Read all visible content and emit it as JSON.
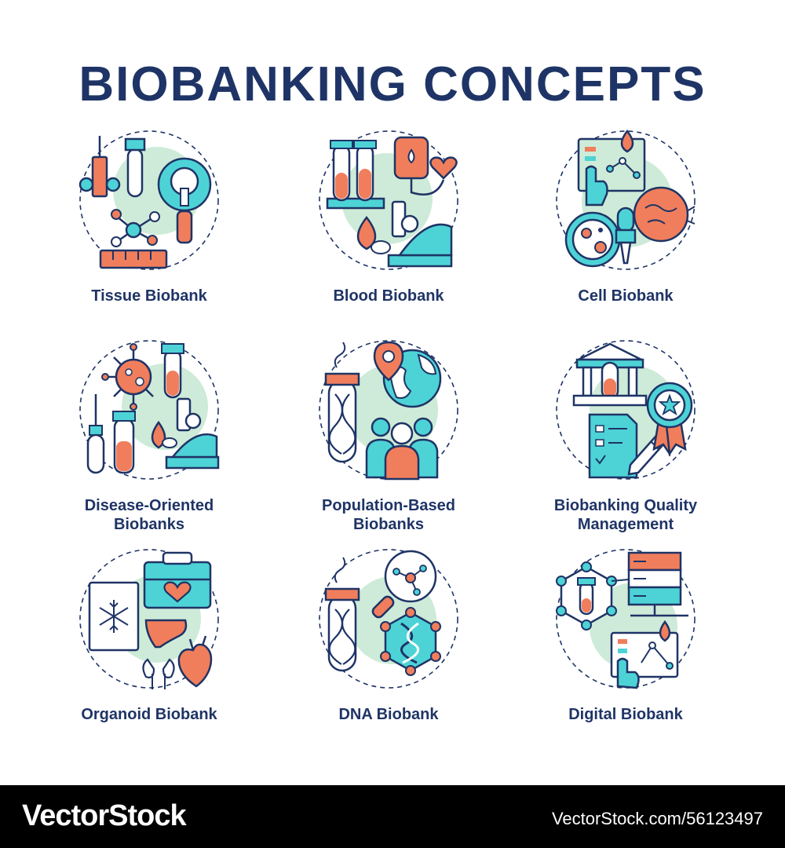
{
  "title": "BIOBANKING CONCEPTS",
  "colors": {
    "navy": "#1f3466",
    "teal": "#4dd3d6",
    "orange": "#f07e5c",
    "mint": "#cdebd8",
    "background": "#ffffff"
  },
  "icons": [
    {
      "id": "tissue",
      "name": "tissue-biobank-icon",
      "label_line1": "Tissue Biobank",
      "label_line2": ""
    },
    {
      "id": "blood",
      "name": "blood-biobank-icon",
      "label_line1": "Blood Biobank",
      "label_line2": ""
    },
    {
      "id": "cell",
      "name": "cell-biobank-icon",
      "label_line1": "Cell Biobank",
      "label_line2": ""
    },
    {
      "id": "disease",
      "name": "disease-oriented-biobanks-icon",
      "label_line1": "Disease-Oriented",
      "label_line2": "Biobanks"
    },
    {
      "id": "population",
      "name": "population-based-biobanks-icon",
      "label_line1": "Population-Based",
      "label_line2": "Biobanks"
    },
    {
      "id": "quality",
      "name": "biobanking-quality-management-icon",
      "label_line1": "Biobanking Quality",
      "label_line2": "Management"
    },
    {
      "id": "organoid",
      "name": "organoid-biobank-icon",
      "label_line1": "Organoid Biobank",
      "label_line2": ""
    },
    {
      "id": "dna",
      "name": "dna-biobank-icon",
      "label_line1": "DNA Biobank",
      "label_line2": ""
    },
    {
      "id": "digital",
      "name": "digital-biobank-icon",
      "label_line1": "Digital Biobank",
      "label_line2": ""
    }
  ],
  "watermark": {
    "brand": "VectorStock",
    "reference": "VectorStock.com/56123497"
  }
}
